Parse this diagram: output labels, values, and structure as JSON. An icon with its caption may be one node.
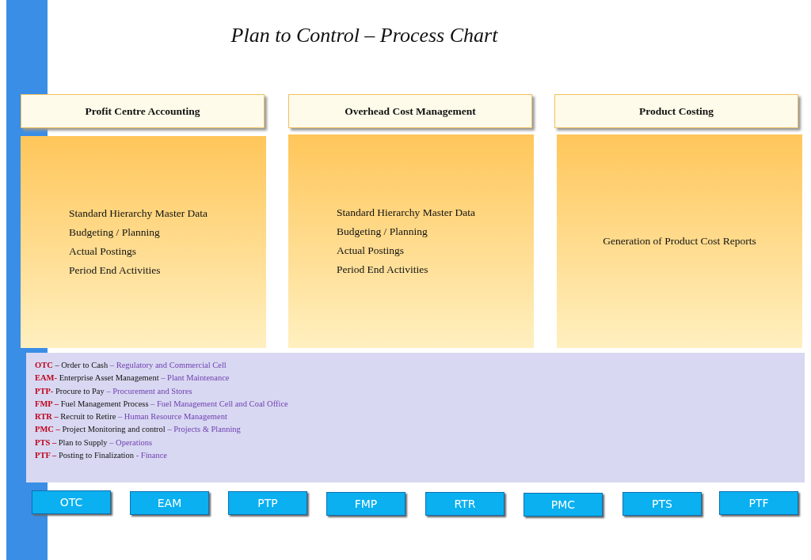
{
  "diagram": {
    "title": "Plan to Control – Process Chart",
    "nodes": [
      {
        "text": [
          "Profit Centre Accounting"
        ]
      },
      {
        "text": [
          "Overhead Cost Management"
        ]
      },
      {
        "text": [
          "Product Costing"
        ]
      },
      {
        "text": [
          "Standard Hierarchy Master Data",
          "Budgeting / Planning",
          "Actual Postings",
          "Period End Activities"
        ]
      },
      {
        "text": [
          "Standard Hierarchy Master Data",
          "Budgeting / Planning",
          "Actual Postings",
          "Period End Activities"
        ]
      },
      {
        "text": [
          "Generation of Product Cost Reports"
        ]
      },
      {
        "text": [
          "**OTC** – Order to Cash – Regulatory and Commercial Cell",
          "**EAM-** Enterprise Asset Management – Plant Maintenance",
          "**PTP-** Procure to Pay – Procurement and Stores",
          "**FMP –** Fuel Management Process – Fuel Management Cell and Coal Office",
          "**RTR –** Recruit to Retire – Human Resource Management",
          "**PMC –** Project Monitoring and control – Projects & Planning",
          "**PTS –** Plan to Supply – Operations",
          "**PTF –** Posting to Finalization - Finance"
        ]
      },
      {
        "text": [
          "OTC"
        ]
      },
      {
        "text": [
          "EAM"
        ]
      },
      {
        "text": [
          "PTP"
        ]
      },
      {
        "text": [
          "FMP"
        ]
      },
      {
        "text": [
          "RTR"
        ]
      },
      {
        "text": [
          "PMC"
        ]
      },
      {
        "text": [
          "PTS"
        ]
      },
      {
        "text": [
          "PTF"
        ]
      },
      {
        "text": [],
        "shape": "bar"
      }
    ],
    "edges": []
  }
}
